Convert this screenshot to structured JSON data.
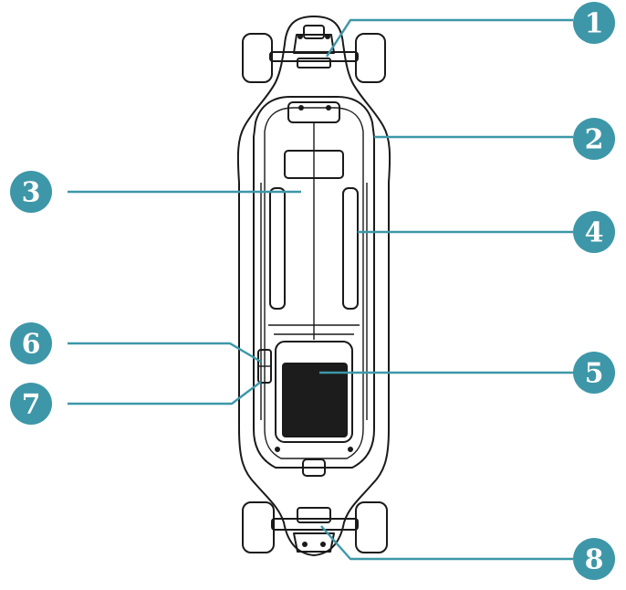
{
  "callouts": [
    {
      "number": "1"
    },
    {
      "number": "2"
    },
    {
      "number": "3"
    },
    {
      "number": "4"
    },
    {
      "number": "5"
    },
    {
      "number": "6"
    },
    {
      "number": "7"
    },
    {
      "number": "8"
    }
  ],
  "colors": {
    "callout": "#3d97a8",
    "outline": "#1a1a1a",
    "battery": "#1c1c1c"
  }
}
